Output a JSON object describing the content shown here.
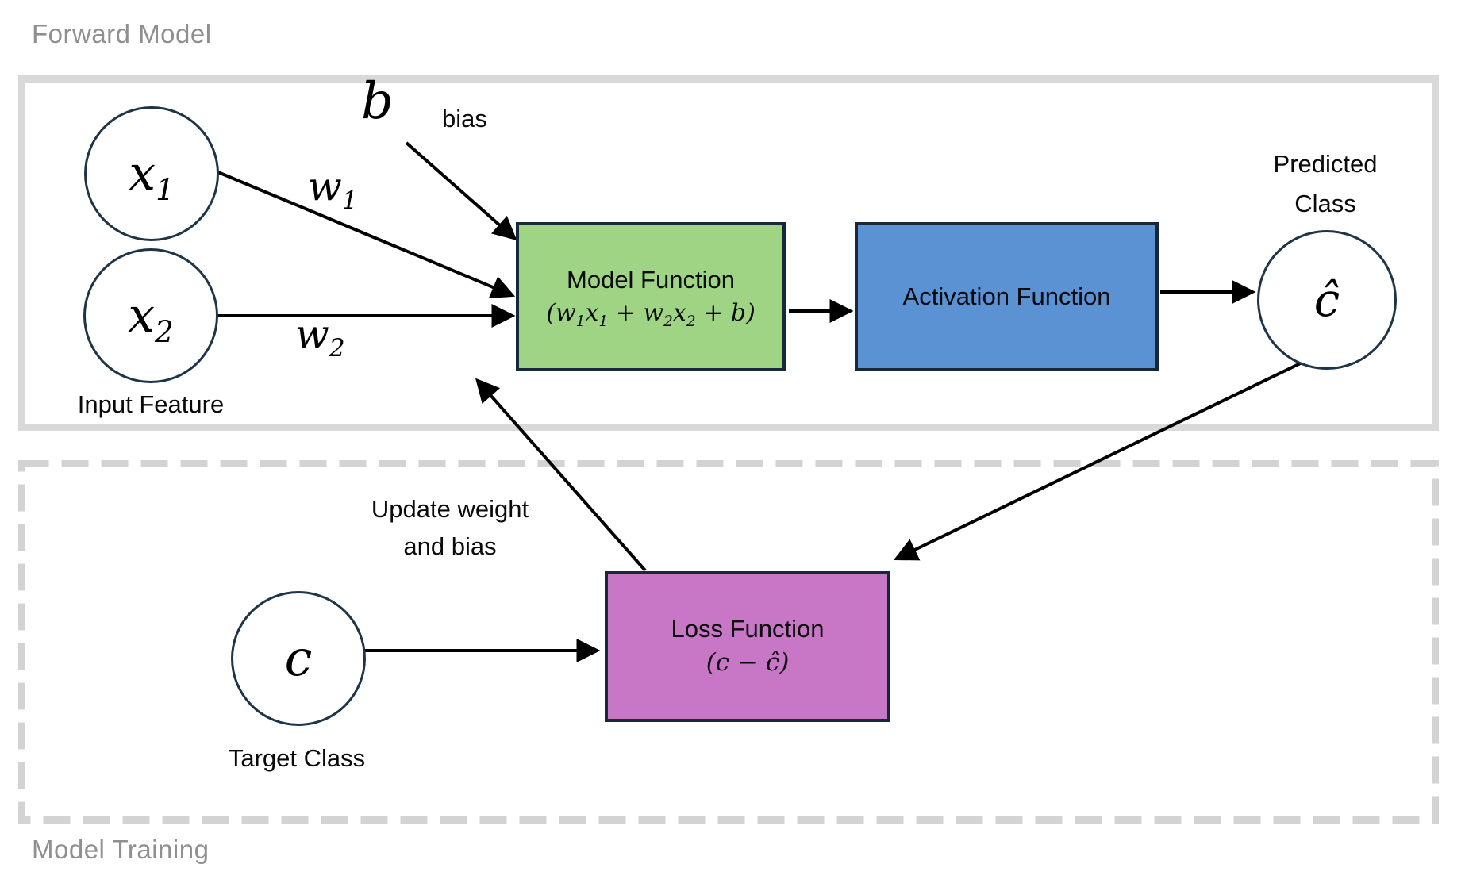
{
  "regions": {
    "forward": {
      "label": "Forward Model"
    },
    "training": {
      "label": "Model Training"
    }
  },
  "inputs": {
    "x1": {
      "base": "x",
      "sub": "1"
    },
    "x2": {
      "base": "x",
      "sub": "2"
    },
    "caption": "Input Feature"
  },
  "weights": {
    "w1": {
      "base": "w",
      "sub": "1"
    },
    "w2": {
      "base": "w",
      "sub": "2"
    }
  },
  "bias": {
    "symbol": "b",
    "caption": "bias"
  },
  "model_function": {
    "title": "Model Function",
    "formula_parts": [
      "(w",
      "1",
      "x",
      "1",
      " + w",
      "2",
      "x",
      "2",
      " + b)"
    ]
  },
  "activation_function": {
    "title": "Activation Function"
  },
  "predicted_class": {
    "caption_line1": "Predicted",
    "caption_line2": "Class",
    "symbol": "ĉ"
  },
  "loss_function": {
    "title": "Loss Function",
    "formula": "(c − ĉ)"
  },
  "target_class": {
    "symbol": "c",
    "caption": "Target Class"
  },
  "update_note": {
    "line1": "Update weight",
    "line2": "and bias"
  },
  "colors": {
    "model_function_fill": "#9ED484",
    "activation_function_fill": "#5B92D4",
    "loss_function_fill": "#C876C6",
    "node_border": "#1E3448",
    "box_border": "#16283A",
    "forward_region_border": "#D9D9D9",
    "training_region_border": "#D3D3D3",
    "region_label_text": "#8F8F8F",
    "arrow": "#000000"
  }
}
